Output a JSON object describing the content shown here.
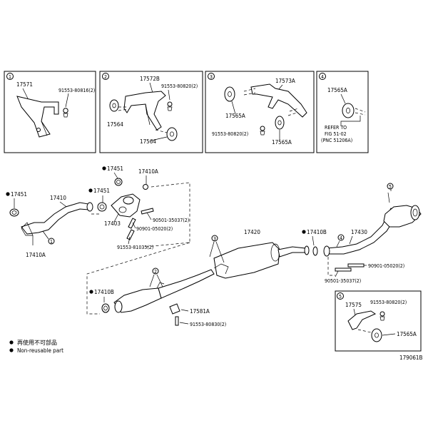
{
  "insets": [
    {
      "number": "1",
      "labels": {
        "part": "17571",
        "bolt": "91553-80816(2)"
      }
    },
    {
      "number": "2",
      "labels": {
        "part_top": "17572B",
        "bolt": "91553-80820(2)",
        "hanger_left": "17564",
        "hanger_bottom": "17564"
      }
    },
    {
      "number": "3",
      "labels": {
        "part_top": "17573A",
        "hanger_left": "17565A",
        "bolt": "91553-80820(2)",
        "hanger_right": "17565A"
      }
    },
    {
      "number": "4",
      "labels": {
        "part": "17565A",
        "refer_line1": "REFER TO",
        "refer_line2": "FIG 51-02",
        "refer_line3": "(PNC 51206A)"
      }
    },
    {
      "number": "5",
      "labels": {
        "part": "17575",
        "bolt": "91553-80820(2)",
        "hanger": "17565A"
      }
    }
  ],
  "main_labels": {
    "g17451_a": "17451",
    "g17410A_a": "17410A",
    "g17451_b": "17451",
    "g17451_c": "17451",
    "p17410": "17410",
    "p17403": "17403",
    "b90501_a": "90501-35037(2)",
    "b90901_a": "90901-05020(2)",
    "b91553_81035": "91553-81035(2)",
    "g17410A_b": "17410A",
    "p17420": "17420",
    "g17410B_a": "17410B",
    "p17430": "17430",
    "b90901_b": "90901-05020(2)",
    "b90501_b": "90501-35037(2)",
    "g17410B_b": "17410B",
    "p17581A": "17581A",
    "b91553_80830": "91553-80830(2)"
  },
  "callouts": [
    "1",
    "2",
    "3",
    "4",
    "5"
  ],
  "legend": {
    "line1": "再使用不可部品",
    "line2": "Non-reusable part"
  },
  "figure_code": "179061B"
}
